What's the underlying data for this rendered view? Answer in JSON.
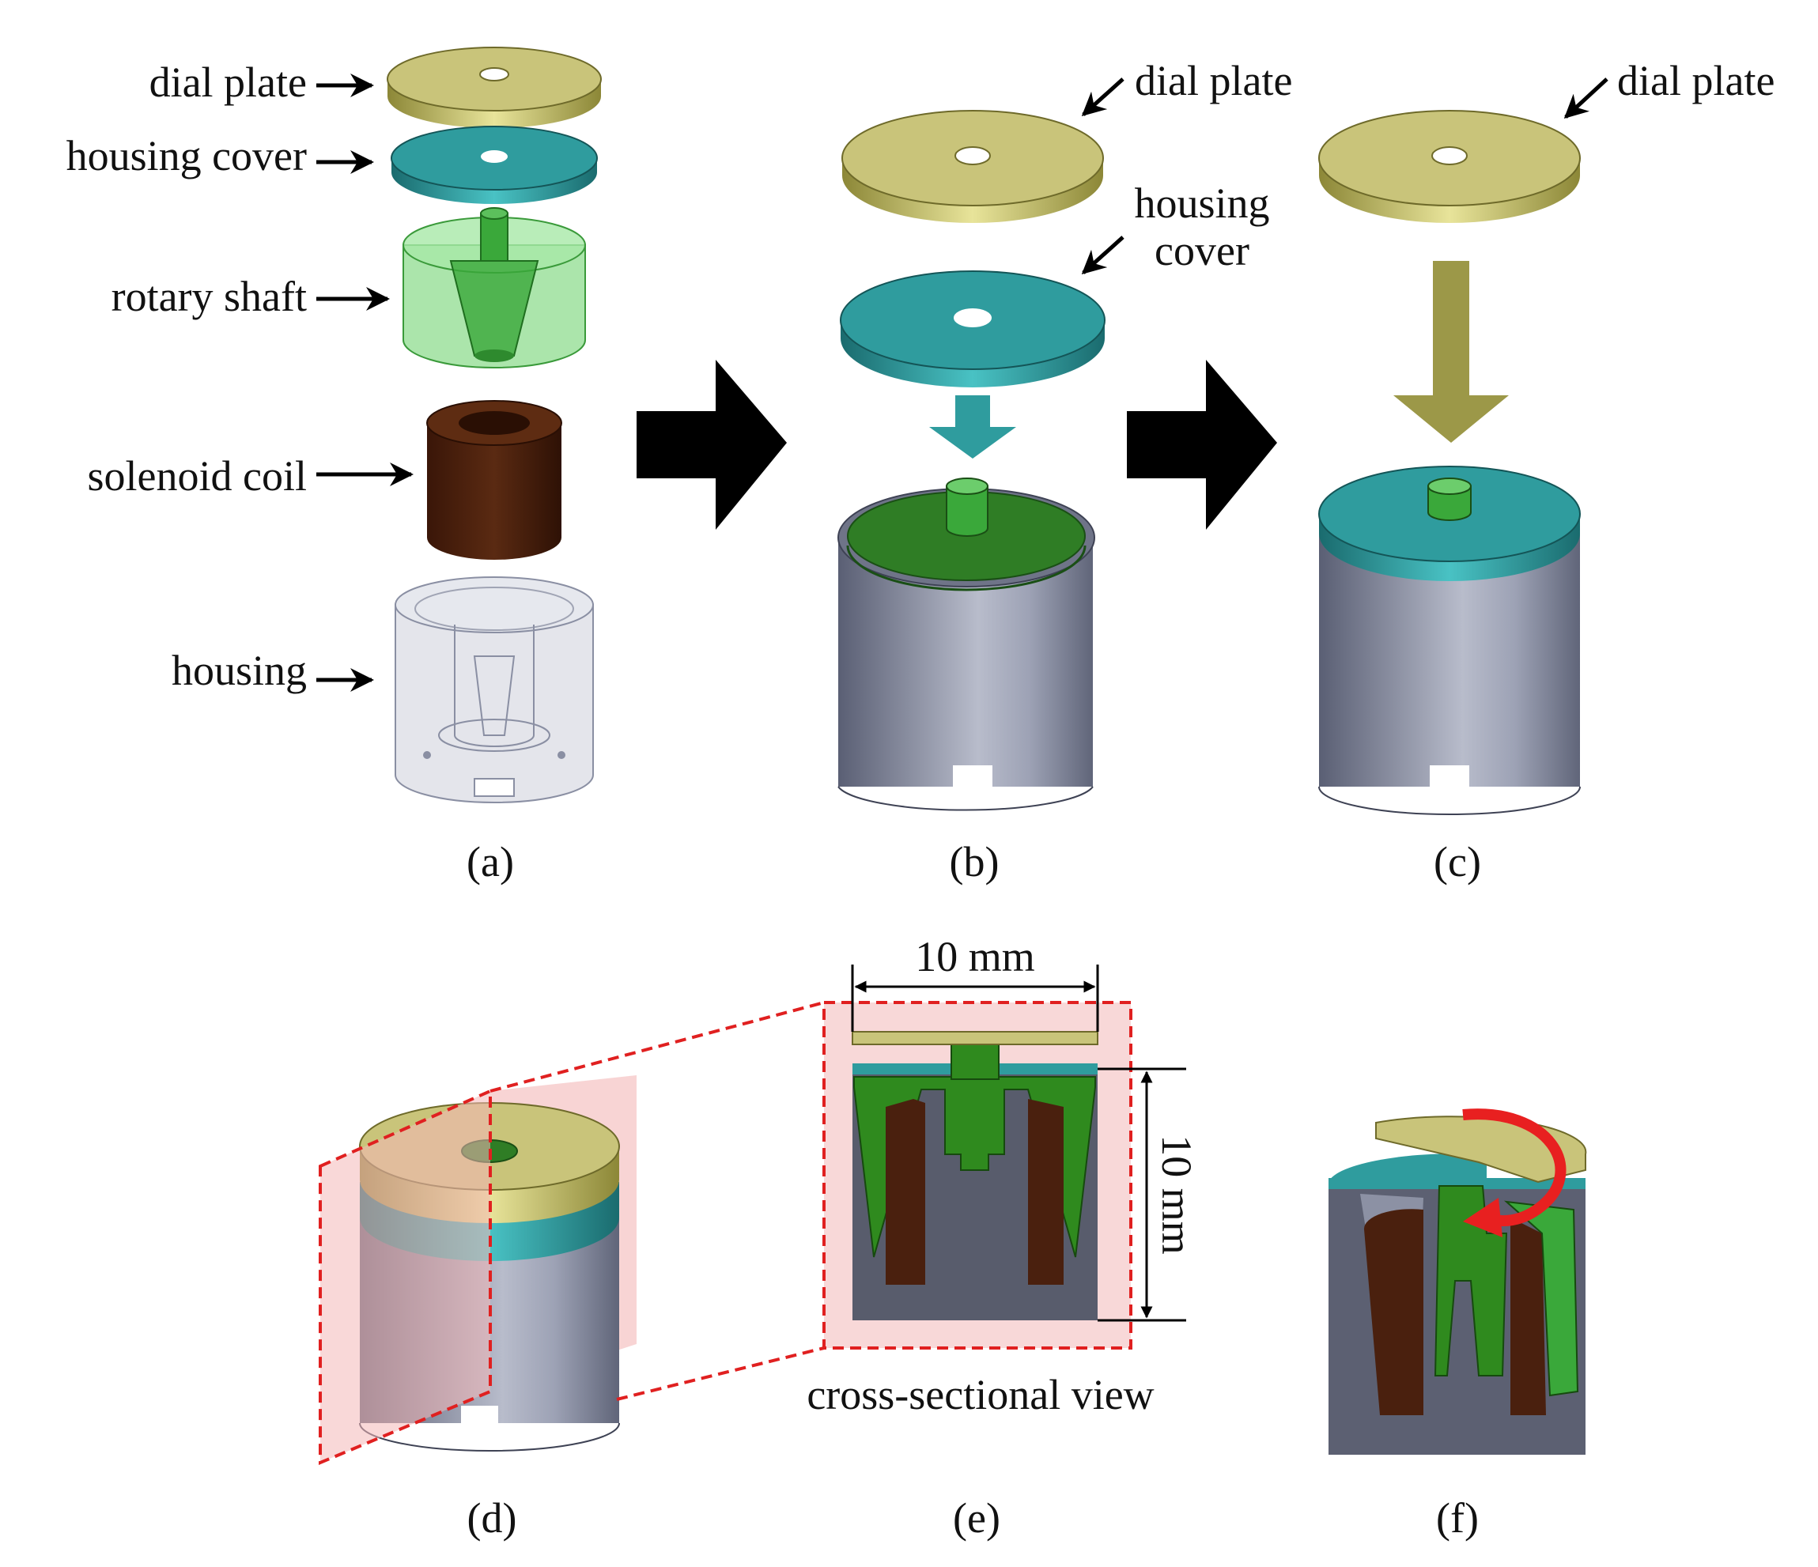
{
  "colors": {
    "dial_plate": "#c9c47a",
    "dial_plate_side": "#8f8a3e",
    "housing_cover": "#2f9c9e",
    "housing_cover_side": "#1e7c80",
    "rotary_shaft": "#3aa83a",
    "rotary_shaft_transparent": "#8fdc8f",
    "solenoid_coil": "#4a200e",
    "housing": "#8a8fa3",
    "housing_transparent": "#d8dae2",
    "section_plane": "#f4b8b8",
    "dashed": "#e02020",
    "arrow_black": "#000000",
    "rotation_arrow": "#e82020"
  },
  "panel_a": {
    "labels": [
      "dial plate",
      "housing cover",
      "rotary shaft",
      "solenoid coil",
      "housing"
    ],
    "caption": "(a)"
  },
  "panel_b": {
    "label_dial": "dial plate",
    "label_cover_1": "housing",
    "label_cover_2": "cover",
    "caption": "(b)"
  },
  "panel_c": {
    "label_dial": "dial plate",
    "caption": "(c)"
  },
  "panel_d": {
    "caption": "(d)"
  },
  "panel_e": {
    "width_dim": "10 mm",
    "height_dim": "10 mm",
    "view_label": "cross-sectional view",
    "caption": "(e)"
  },
  "panel_f": {
    "caption": "(f)"
  }
}
